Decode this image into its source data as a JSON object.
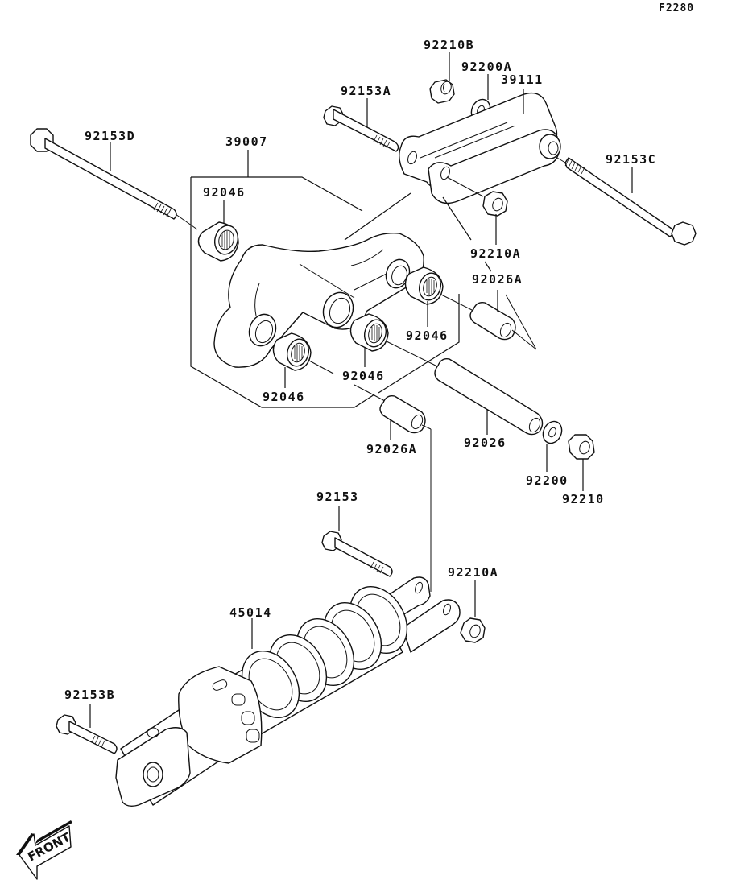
{
  "diagram": {
    "reference_code": "F2280",
    "orientation_label": "FRONT",
    "parts": [
      {
        "id": "92210B",
        "name": "nut"
      },
      {
        "id": "92200A",
        "name": "washer"
      },
      {
        "id": "39111",
        "name": "tie-rod"
      },
      {
        "id": "92153A",
        "name": "bolt"
      },
      {
        "id": "92153D",
        "name": "long-bolt"
      },
      {
        "id": "39007",
        "name": "rocker-arm"
      },
      {
        "id": "92046",
        "name": "needle-bearing"
      },
      {
        "id": "92153C",
        "name": "long-bolt"
      },
      {
        "id": "92210A",
        "name": "nut"
      },
      {
        "id": "92026A",
        "name": "sleeve"
      },
      {
        "id": "92026",
        "name": "long-sleeve"
      },
      {
        "id": "92200",
        "name": "washer"
      },
      {
        "id": "92210",
        "name": "nut"
      },
      {
        "id": "92153",
        "name": "bolt"
      },
      {
        "id": "45014",
        "name": "shock-absorber"
      },
      {
        "id": "92153B",
        "name": "bolt"
      }
    ],
    "callouts": {
      "c1": "92210B",
      "c2": "92200A",
      "c3": "39111",
      "c4": "92153A",
      "c5": "92153D",
      "c6": "39007",
      "c7": "92046",
      "c8": "92153C",
      "c9": "92210A",
      "c10": "92026A",
      "c11": "92046",
      "c12": "92046",
      "c13": "92046",
      "c14": "92026A",
      "c15": "92026",
      "c16": "92200",
      "c17": "92210",
      "c18": "92153",
      "c19": "92210A",
      "c20": "45014",
      "c21": "92153B"
    }
  }
}
